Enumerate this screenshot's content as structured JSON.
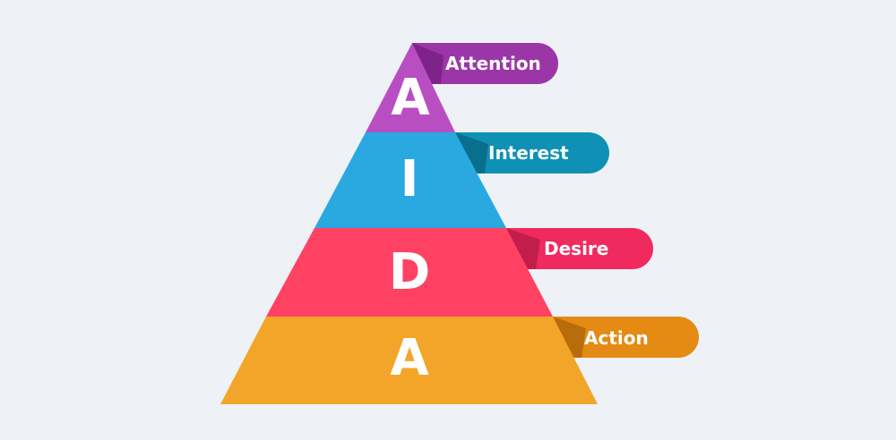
{
  "stages": [
    {
      "letter": "A",
      "label": "Attention",
      "color": "#9b36a8",
      "light": "#b94ec2",
      "dark": "#7e2389"
    },
    {
      "letter": "I",
      "label": "Interest",
      "color": "#0e91b5",
      "light": "#2aa9e0",
      "dark": "#0a6f8c"
    },
    {
      "letter": "D",
      "label": "Desire",
      "color": "#f0295e",
      "light": "#ff4264",
      "dark": "#c21e4b"
    },
    {
      "letter": "A",
      "label": "Action",
      "color": "#e58a12",
      "light": "#f2a528",
      "dark": "#b86d0b"
    }
  ]
}
